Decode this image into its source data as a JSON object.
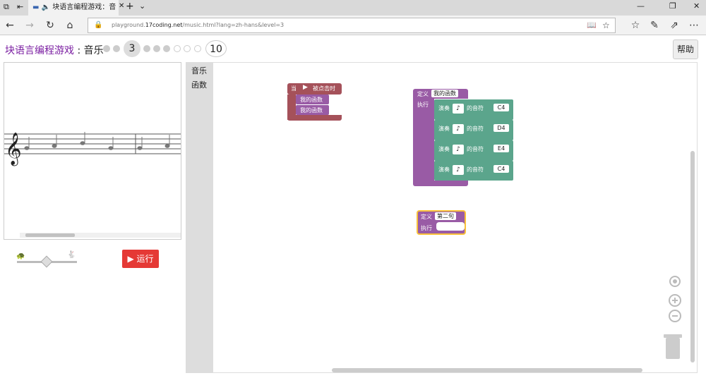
{
  "browser": {
    "tab_title": "块语言编程游戏：音",
    "url_prefix": "playground.",
    "url_domain": "17coding.net",
    "url_path": "/music.html?lang=zh-hans&level=3"
  },
  "header": {
    "title": "块语言编程游戏",
    "separator": " : ",
    "subtitle": "音乐",
    "current_level": "3",
    "last_level": "10",
    "help_label": "帮助"
  },
  "player": {
    "run_label": "运行"
  },
  "toolbox": {
    "categories": [
      "音乐",
      "函数"
    ]
  },
  "blocks": {
    "when_label": "当",
    "clicked_label": "被点击时",
    "call_1": "我的函数",
    "call_2": "我的函数",
    "def1": {
      "define_label": "定义",
      "name": "我的函数",
      "do_label": "执行",
      "play_label": "演奏",
      "of_note_label": "的音符",
      "notes": [
        "C4",
        "D4",
        "E4",
        "C4"
      ]
    },
    "def2": {
      "define_label": "定义",
      "name": "第二句",
      "do_label": "执行"
    }
  },
  "colors": {
    "event": "#a5515a",
    "procedure": "#995ba5",
    "music": "#5ba58c",
    "run": "#e53935",
    "title": "#7b1fa2"
  }
}
